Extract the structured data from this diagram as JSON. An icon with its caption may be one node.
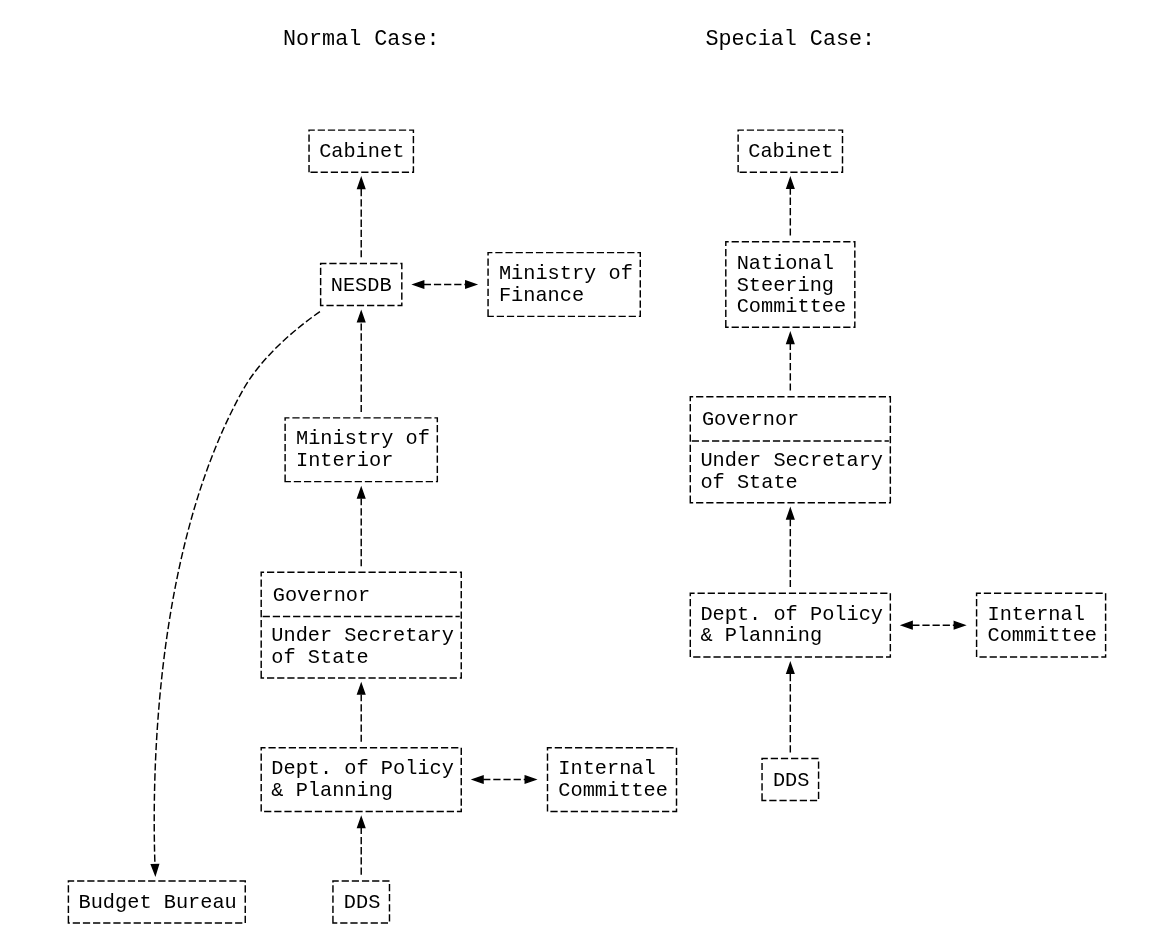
{
  "diagram": {
    "nodes": [
      {
        "text": [
          "Cabinet"
        ]
      },
      {
        "text": [
          "NESDB"
        ]
      },
      {
        "text": [
          "Ministry of Finance"
        ]
      },
      {
        "text": [
          "Budget Bureau"
        ]
      },
      {
        "text": [
          "Ministry of Interior"
        ]
      },
      {
        "text": [
          "Governor",
          "Under Secretary of State"
        ]
      },
      {
        "text": [
          "Dept. of Policy & Planning"
        ]
      },
      {
        "text": [
          "Internal Committee"
        ]
      },
      {
        "text": [
          "DDS"
        ]
      },
      {
        "text": [
          "Cabinet"
        ]
      },
      {
        "text": [
          "National Steering Committee"
        ]
      },
      {
        "text": [
          "Governor",
          "Under Secretary of State"
        ]
      },
      {
        "text": [
          "Dept. of Policy & Planning"
        ]
      },
      {
        "text": [
          "Internal Committee"
        ]
      },
      {
        "text": [
          "DDS"
        ]
      }
    ],
    "edges": [
      {
        "from": 1,
        "to": 0,
        "arrow": "to"
      },
      {
        "from": 1,
        "to": 2,
        "arrow": "both"
      },
      {
        "from": 1,
        "to": 3,
        "arrow": "to"
      },
      {
        "from": 4,
        "to": 1,
        "arrow": "to"
      },
      {
        "from": 5,
        "to": 4,
        "arrow": "to"
      },
      {
        "from": 6,
        "to": 5,
        "arrow": "to"
      },
      {
        "from": 6,
        "to": 7,
        "arrow": "both"
      },
      {
        "from": 8,
        "to": 6,
        "arrow": "to"
      },
      {
        "from": 10,
        "to": 9,
        "arrow": "to"
      },
      {
        "from": 11,
        "to": 10,
        "arrow": "to"
      },
      {
        "from": 12,
        "to": 11,
        "arrow": "to"
      },
      {
        "from": 12,
        "to": 13,
        "arrow": "both"
      },
      {
        "from": 14,
        "to": 12,
        "arrow": "to"
      }
    ],
    "labels": [
      "Normal Case:",
      "Special Case:"
    ]
  }
}
